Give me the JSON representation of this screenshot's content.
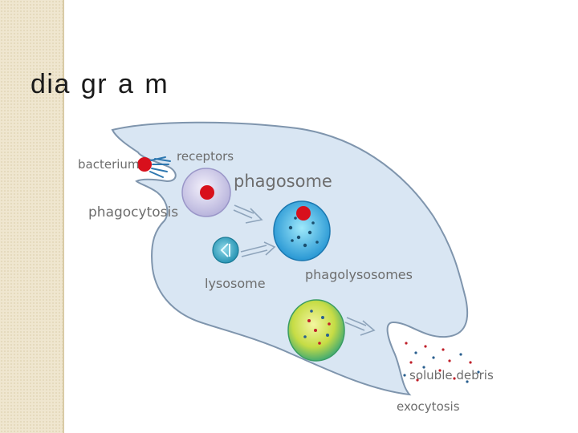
{
  "slide": {
    "title": "dia gr a m"
  },
  "diagram": {
    "labels": {
      "bacterium": "bacterium",
      "receptors": "receptors",
      "phagosome": "phagosome",
      "phagocytosis": "phagocytosis",
      "lysosome": "lysosome",
      "phagolysosomes": "phagolysosomes",
      "soluble_debris": "soluble debris",
      "exocytosis": "exocytosis"
    },
    "colors": {
      "cell_fill": "#d9e6f3",
      "cell_outline": "#7f95ad",
      "bacterium": "#d8101c",
      "phagosome": "#d9d6ee",
      "lysosome": "#36a9c4",
      "phagolysosome": "#2fb0e0",
      "vesicle": "#c9dc45"
    }
  }
}
